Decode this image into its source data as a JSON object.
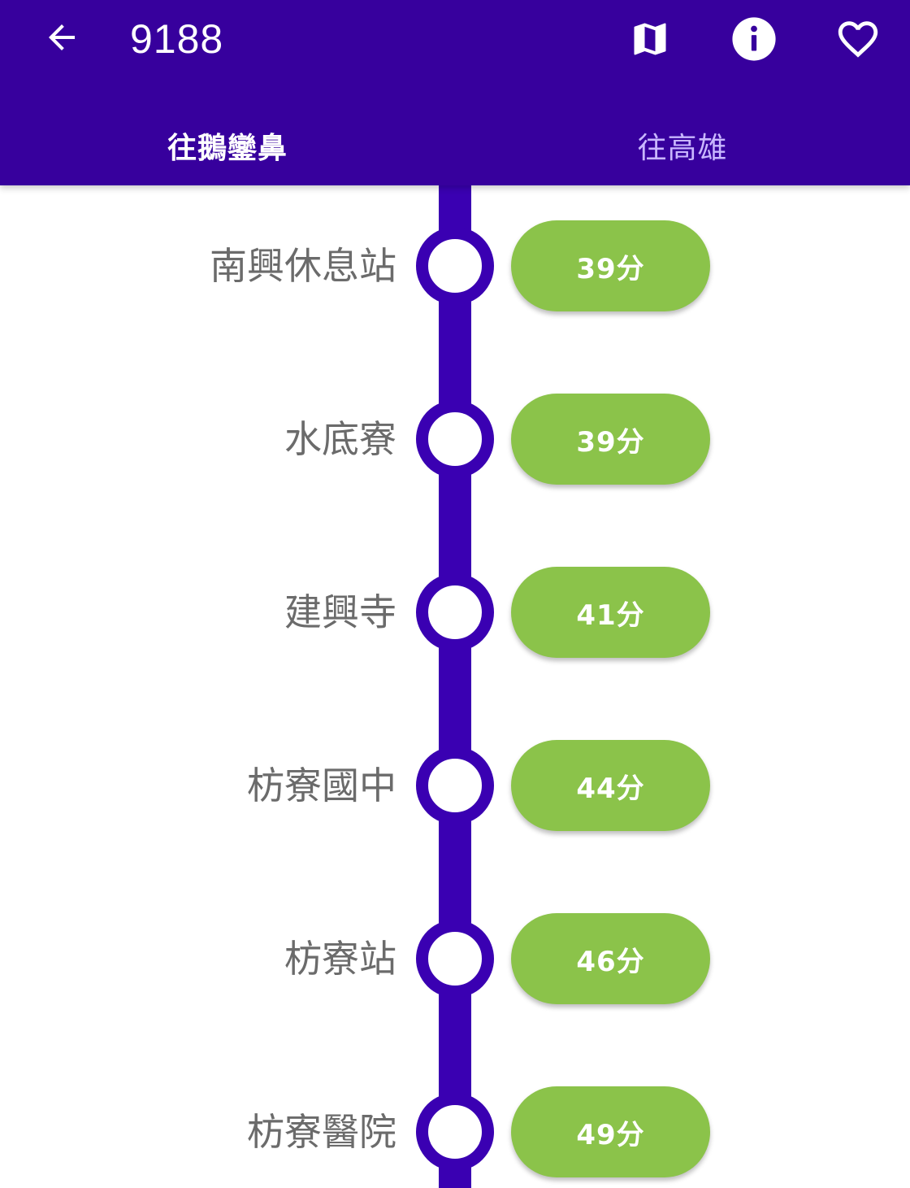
{
  "appbar": {
    "title": "9188",
    "back_icon": "arrow-left-icon",
    "actions": [
      "map-icon",
      "info-icon",
      "heart-outline-icon"
    ],
    "background_color": "#37009d"
  },
  "tabs": [
    {
      "label": "往鵝鑾鼻",
      "active": true
    },
    {
      "label": "往高雄",
      "active": false
    }
  ],
  "stops": [
    {
      "name": "南興休息站",
      "eta": "39分"
    },
    {
      "name": "水底寮",
      "eta": "39分"
    },
    {
      "name": "建興寺",
      "eta": "41分"
    },
    {
      "name": "枋寮國中",
      "eta": "44分"
    },
    {
      "name": "枋寮站",
      "eta": "46分"
    },
    {
      "name": "枋寮醫院",
      "eta": "49分"
    }
  ],
  "colors": {
    "line": "#3a00b2",
    "eta_pill": "#8bc34a",
    "stop_text": "#6b6b6b"
  }
}
